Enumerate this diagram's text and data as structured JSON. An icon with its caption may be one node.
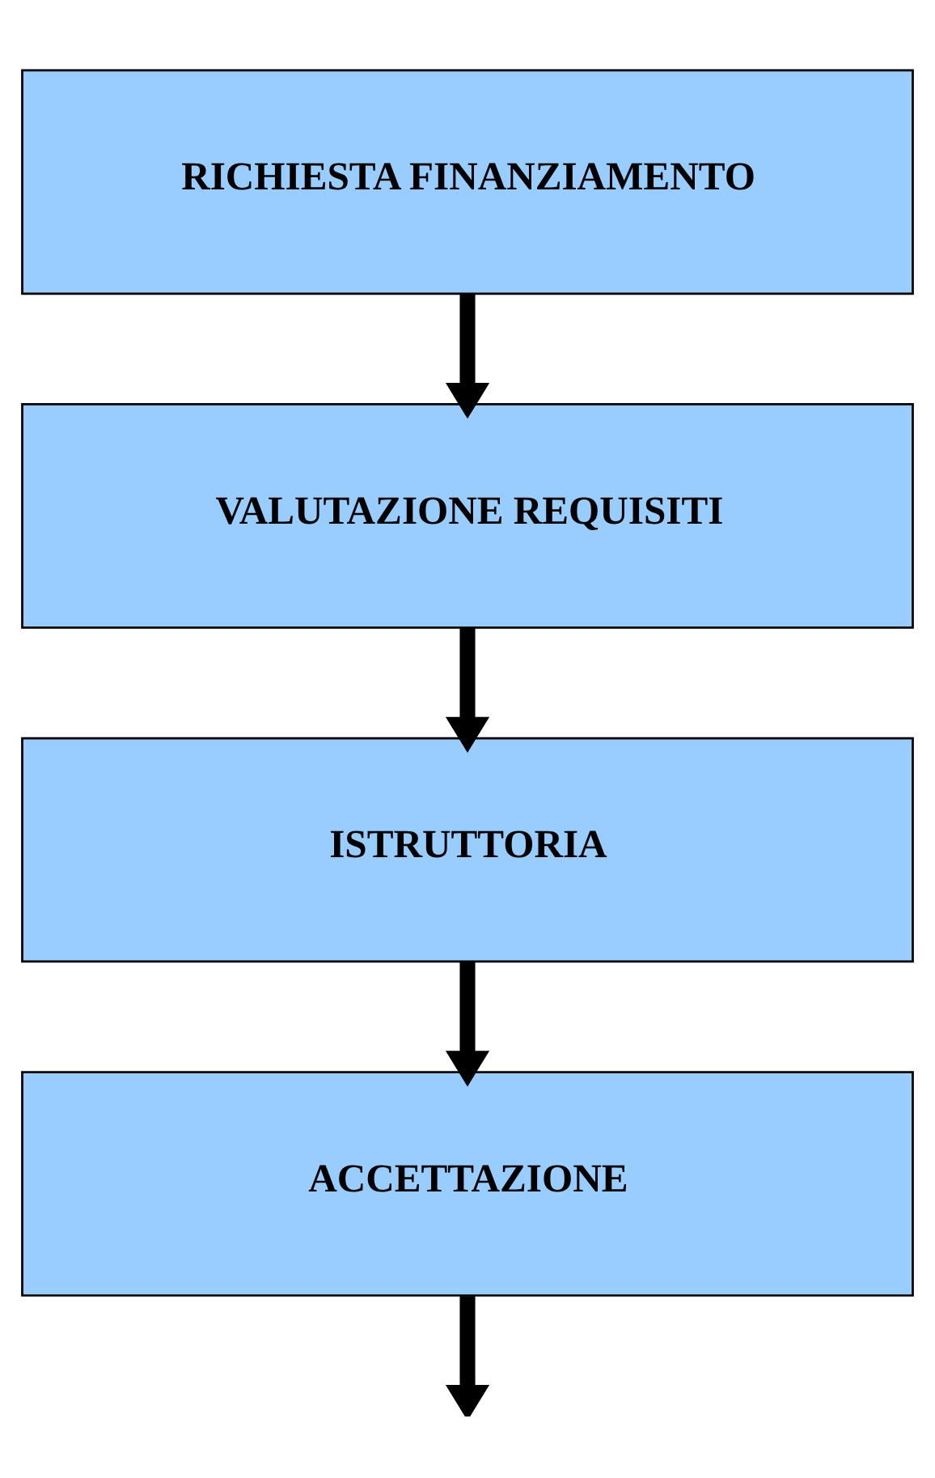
{
  "diagram": {
    "nodes": [
      {
        "text": [
          "RICHIESTA FINANZIAMENTO"
        ]
      },
      {
        "text": [
          "VALUTAZIONE REQUISITI"
        ]
      },
      {
        "text": [
          "ISTRUTTORIA"
        ]
      },
      {
        "text": [
          "ACCETTAZIONE"
        ]
      }
    ],
    "edges": [
      {
        "from": 0,
        "to": 1,
        "arrow": "to"
      },
      {
        "from": 1,
        "to": 2,
        "arrow": "to"
      },
      {
        "from": 2,
        "to": 3,
        "arrow": "to"
      },
      {
        "from": 3,
        "to": null,
        "arrow": "to"
      }
    ]
  }
}
